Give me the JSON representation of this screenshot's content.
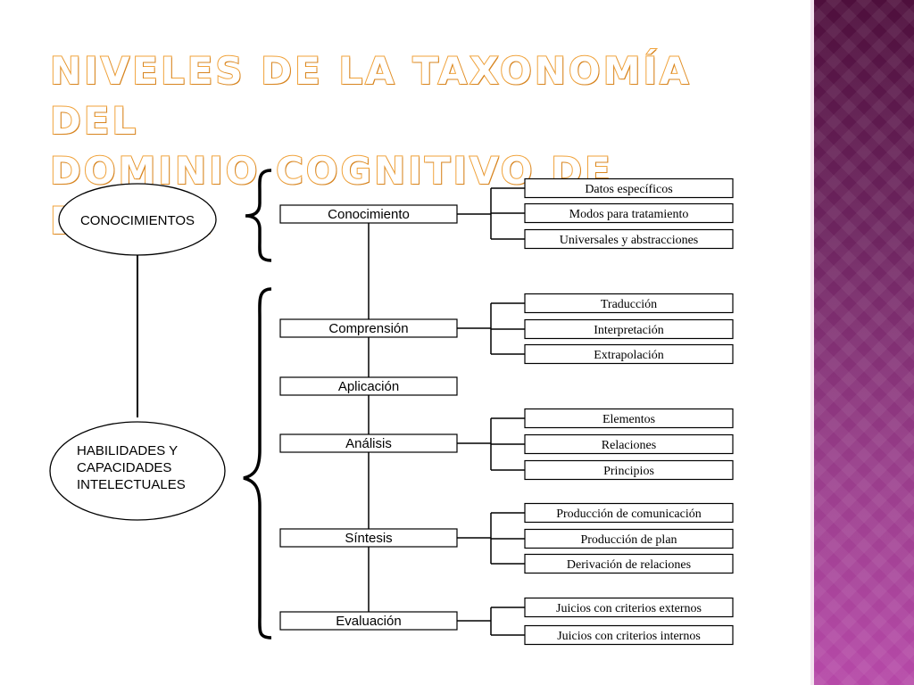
{
  "title": {
    "line1": "Niveles de la Taxonomía del",
    "line2": "dominio cognitivo de Bloom"
  },
  "groups": {
    "knowledge": "CONOCIMIENTOS",
    "skills": [
      "HABILIDADES Y",
      "CAPACIDADES",
      "INTELECTUALES"
    ]
  },
  "levels": [
    {
      "label": "Conocimiento",
      "subitems": [
        "Datos específicos",
        "Modos para tratamiento",
        "Universales y abstracciones"
      ]
    },
    {
      "label": "Comprensión",
      "subitems": [
        "Traducción",
        "Interpretación",
        "Extrapolación"
      ]
    },
    {
      "label": "Aplicación",
      "subitems": []
    },
    {
      "label": "Análisis",
      "subitems": [
        "Elementos",
        "Relaciones",
        "Principios"
      ]
    },
    {
      "label": "Síntesis",
      "subitems": [
        "Producción de comunicación",
        "Producción de plan",
        "Derivación de relaciones"
      ]
    },
    {
      "label": "Evaluación",
      "subitems": [
        "Juicios con criterios externos",
        "Juicios con criterios internos"
      ]
    }
  ],
  "colors": {
    "title_outline": "#f0a23a",
    "sidebar": "#7a2a6c",
    "diagram_lines": "#000000"
  }
}
